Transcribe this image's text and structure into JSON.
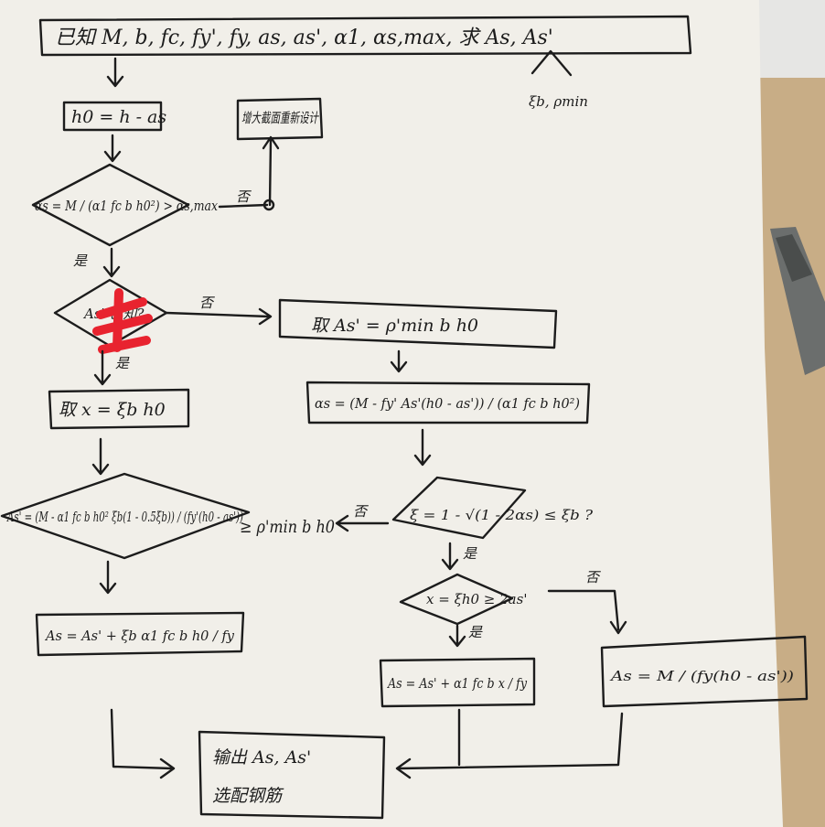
{
  "header_box": "已知 M, b, fc, fy', fy, as, as', α1, αs,max, 求 As, As'",
  "header_note": "ξb, ρmin",
  "step_h0": "h0 = h - as",
  "box_redesign": "增大截面重新设计",
  "decision_as": "αs = M / (α1 fc b h0²) > αs,max",
  "decision_as_label_no": "否",
  "decision_as_label_yes": "是",
  "decision_known": "As' 已知?",
  "known_no": "否",
  "known_yes": "是",
  "box_take_asprime": "取 As' = ρ'min b h0",
  "box_take_x": "取 x = ξb h0",
  "box_alpha_s": "αs = (M - fy' As'(h0 - as')) / (α1 fc b h0²)",
  "decision_as_prime_calc": "As' = (M - α1 fc b h0² ξb(1 - 0.5ξb)) / (fy'(h0 - as'))",
  "compare_rho": "≥ ρ'min b h0",
  "compare_rho_label": "否",
  "decision_xi": "ξ = 1 - √(1 - 2αs) ≤ ξb ?",
  "xi_yes": "是",
  "decision_x": "x = ξh0 ≥ 2as'",
  "x_yes": "是",
  "x_no": "否",
  "box_as_left": "As = As' + ξb α1 fc b h0 / fy",
  "box_as_mid": "As = As' + α1 fc b x / fy",
  "box_as_right": "As = M / (fy(h0 - as'))",
  "box_output_1": "输出 As, As'",
  "box_output_2": "选配钢筋",
  "colors": {
    "paper": "#f1efe9",
    "ink": "#1c1c1c",
    "stamp": "#e8232f",
    "table": "#c8ad86",
    "pen_gray": "#6b6e6d"
  }
}
